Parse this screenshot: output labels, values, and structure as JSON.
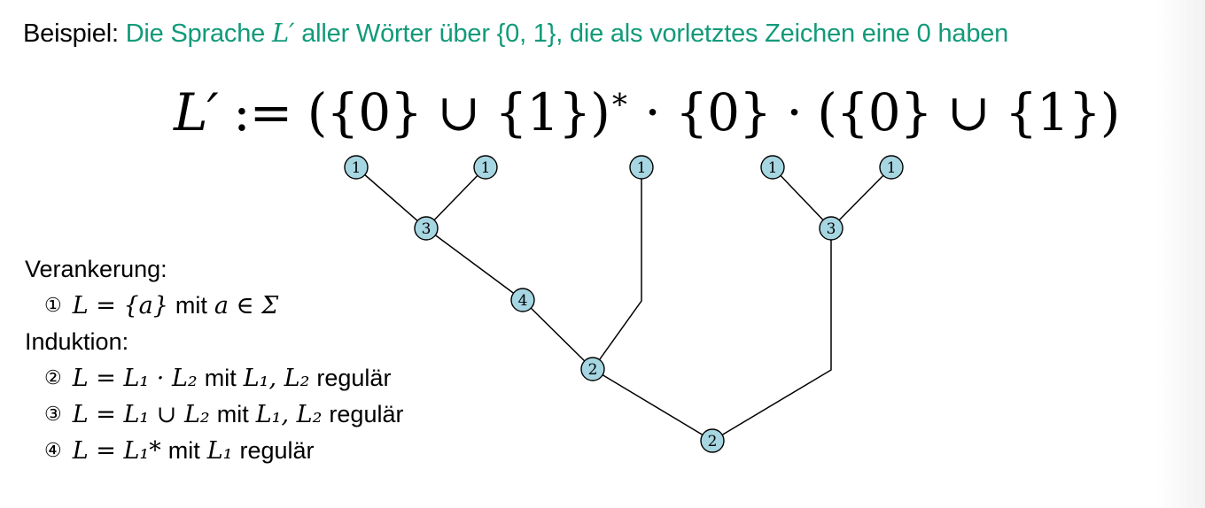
{
  "title": {
    "lead": "Beispiel:",
    "pre": "Die Sprache",
    "math": "L′",
    "post": "aller Wörter über {0, 1}, die als vorletztes Zeichen eine 0 haben"
  },
  "formula": {
    "lhs": "L′",
    "op": " := ",
    "part1": "({0} ∪ {1})",
    "star": "∗",
    "part2": " · {0} · ({0} ∪ {1})"
  },
  "tree": {
    "nodes": [
      {
        "id": "a",
        "label": "1"
      },
      {
        "id": "b",
        "label": "1"
      },
      {
        "id": "c",
        "label": "1"
      },
      {
        "id": "d",
        "label": "1"
      },
      {
        "id": "e",
        "label": "1"
      },
      {
        "id": "f",
        "label": "3"
      },
      {
        "id": "g",
        "label": "3"
      },
      {
        "id": "h",
        "label": "4"
      },
      {
        "id": "i",
        "label": "2"
      },
      {
        "id": "j",
        "label": "2"
      }
    ],
    "edges": [
      [
        "a",
        "f"
      ],
      [
        "b",
        "f"
      ],
      [
        "f",
        "h"
      ],
      [
        "h",
        "i"
      ],
      [
        "c",
        "i"
      ],
      [
        "d",
        "g"
      ],
      [
        "e",
        "g"
      ],
      [
        "i",
        "j"
      ],
      [
        "g",
        "j"
      ]
    ]
  },
  "legend": {
    "anchor_heading": "Verankerung:",
    "induction_heading": "Induktion:",
    "rules": [
      {
        "marker": "①",
        "expr": "L = {a}",
        "word": "mit",
        "cond": "a ∈ Σ",
        "tail": ""
      },
      {
        "marker": "②",
        "expr": "L = L₁ · L₂",
        "word": "mit",
        "cond": "L₁, L₂",
        "tail": "regulär"
      },
      {
        "marker": "③",
        "expr": "L = L₁ ∪ L₂",
        "word": "mit",
        "cond": "L₁, L₂",
        "tail": "regulär"
      },
      {
        "marker": "④",
        "expr": "L = L₁*",
        "word": "mit",
        "cond": "L₁",
        "tail": "regulär"
      }
    ]
  }
}
